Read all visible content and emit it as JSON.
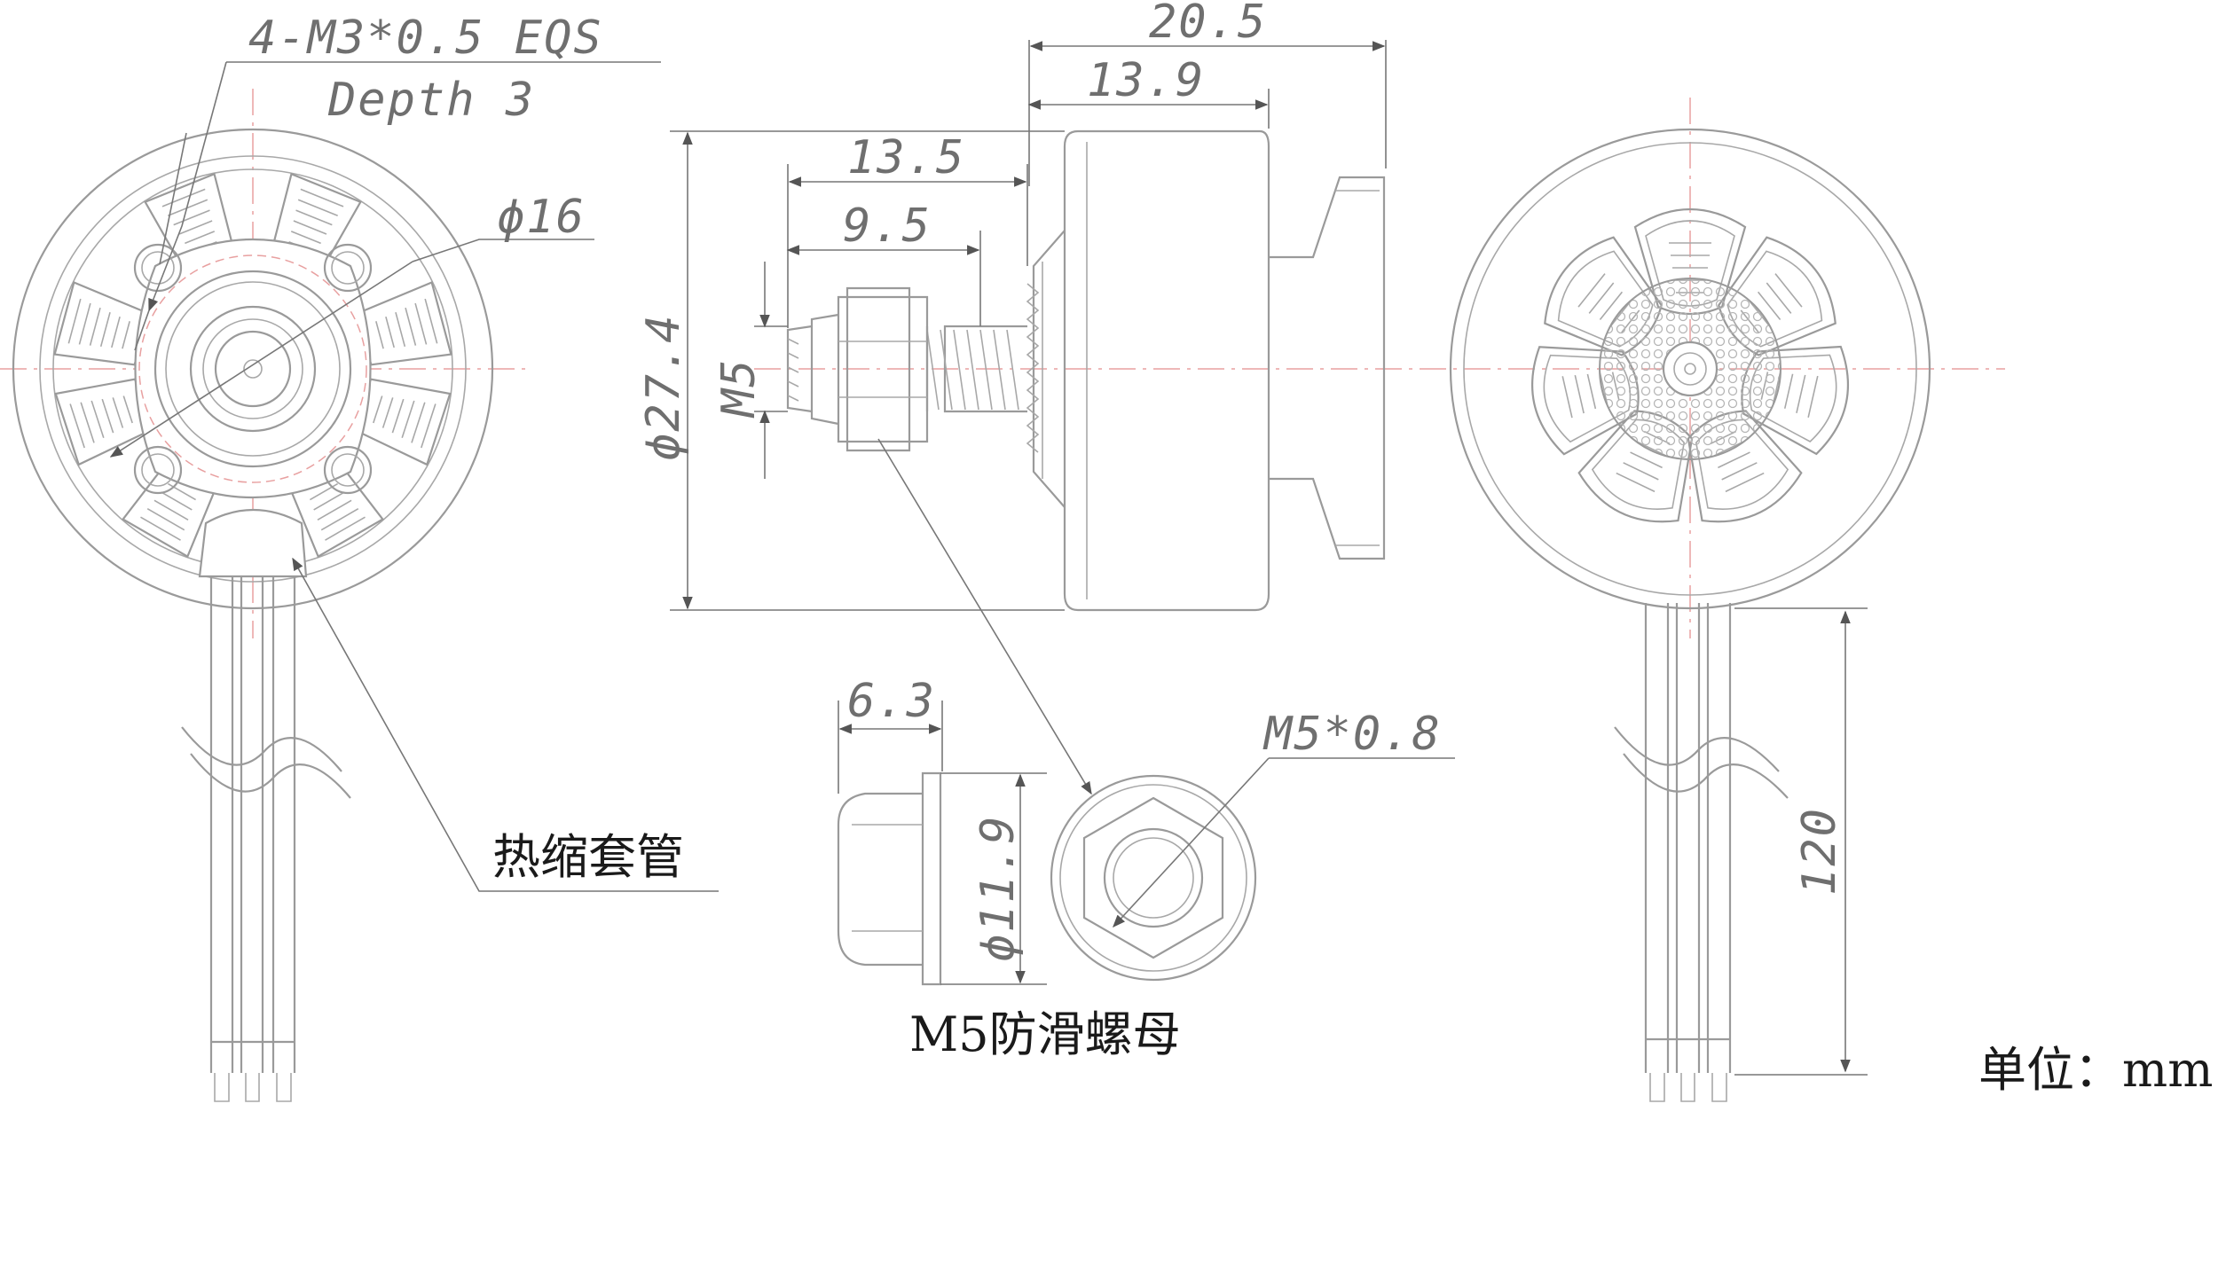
{
  "dimensions": {
    "thread_spec": "4-M3*0.5 EQS",
    "depth": "Depth 3",
    "shaft_dia": "ϕ16",
    "total_length": "20.5",
    "bell_length": "13.9",
    "shaft_out": "13.5",
    "thread_length": "9.5",
    "body_dia": "ϕ27.4",
    "thread_size": "M5",
    "nut_height": "6.3",
    "nut_dia": "ϕ11.9",
    "nut_thread": "M5*0.8",
    "lead_length": "120"
  },
  "labels": {
    "heat_shrink": "热缩套管",
    "lock_nut": "M5防滑螺母",
    "unit": "单位：mm"
  }
}
